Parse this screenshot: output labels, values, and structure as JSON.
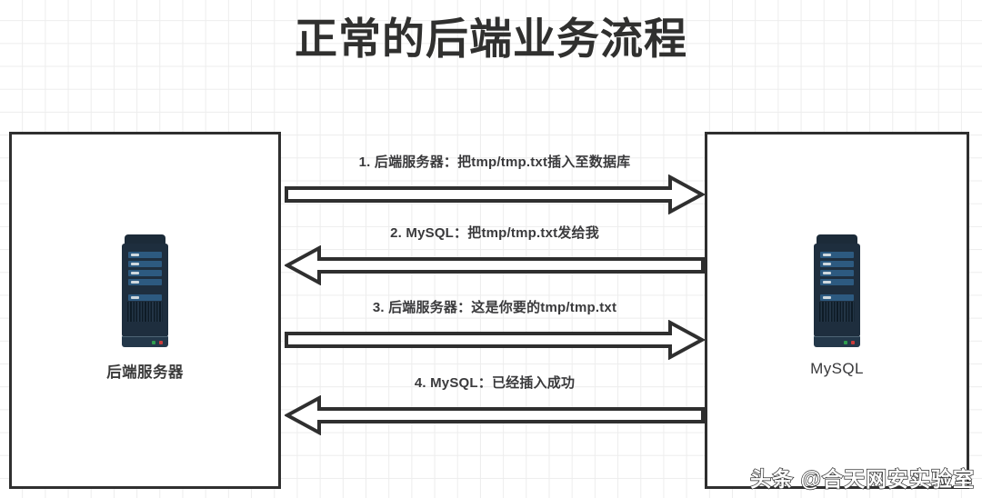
{
  "title": "正常的后端业务流程",
  "colors": {
    "ink": "#2f2f2f",
    "grid": "#ededed",
    "server_body": "#1e2e3e",
    "server_bay": "#2d5a80",
    "led_green": "#2f9e4f",
    "led_red": "#cc3b39"
  },
  "nodes": [
    {
      "id": "backend",
      "label": "后端服务器",
      "icon": "server-tower-icon"
    },
    {
      "id": "mysql",
      "label": "MySQL",
      "icon": "server-tower-icon"
    }
  ],
  "messages": [
    {
      "index": "1",
      "label": "1. 后端服务器：把tmp/tmp.txt插入至数据库",
      "direction": "right"
    },
    {
      "index": "2",
      "label": "2. MySQL：把tmp/tmp.txt发给我",
      "direction": "left"
    },
    {
      "index": "3",
      "label": "3. 后端服务器：这是你要的tmp/tmp.txt",
      "direction": "right"
    },
    {
      "index": "4",
      "label": "4. MySQL：已经插入成功",
      "direction": "left"
    }
  ],
  "watermark": "头条 @合天网安实验室"
}
